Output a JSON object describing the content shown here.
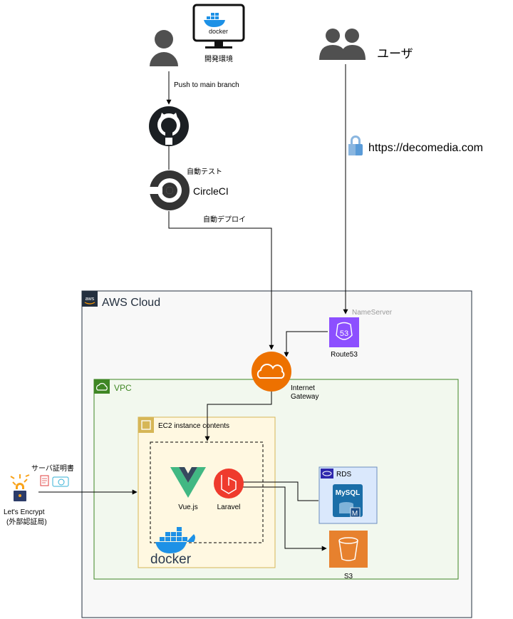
{
  "dev": {
    "env_label": "開発環境",
    "docker_small": "docker",
    "push_label": "Push to main branch",
    "test_label": "自動テスト",
    "ci_label": "CircleCI",
    "deploy_label": "自動デプロイ"
  },
  "user": {
    "label": "ユーザ",
    "url": "https://decomedia.com"
  },
  "aws": {
    "cloud_label": "AWS Cloud",
    "nameserver_label": "NameServer",
    "route53_label": "Route53",
    "route53_badge": "53",
    "igw_label_line1": "Internet",
    "igw_label_line2": "Gateway",
    "vpc_label": "VPC",
    "ec2_label": "EC2 instance contents",
    "vue_label": "Vue.js",
    "laravel_label": "Laravel",
    "docker_label": "docker",
    "rds_label": "RDS",
    "mysql_label": "MySQL",
    "mysql_badge": "M",
    "s3_label": "S3"
  },
  "cert": {
    "server_cert_label": "サーバ証明書",
    "le_label_line1": "Let's Encrypt",
    "le_label_line2": "(外部認証局)"
  },
  "colors": {
    "route53": "#8c4fff",
    "igw": "#ed7100",
    "vpc": "#3f8624",
    "ec2_border": "#d6b656",
    "ec2_fill": "#fff8e1",
    "rds_fill": "#dae8fc",
    "rds_border": "#6c8ebf",
    "s3": "#e7812e",
    "vue_green": "#41b883",
    "vue_dark": "#35495e",
    "laravel": "#ef3b2d",
    "docker_blue": "#1d91e6",
    "circleci": "#343434",
    "letsencrypt_gold": "#f9a31a",
    "letsencrypt_navy": "#2c3c69"
  }
}
